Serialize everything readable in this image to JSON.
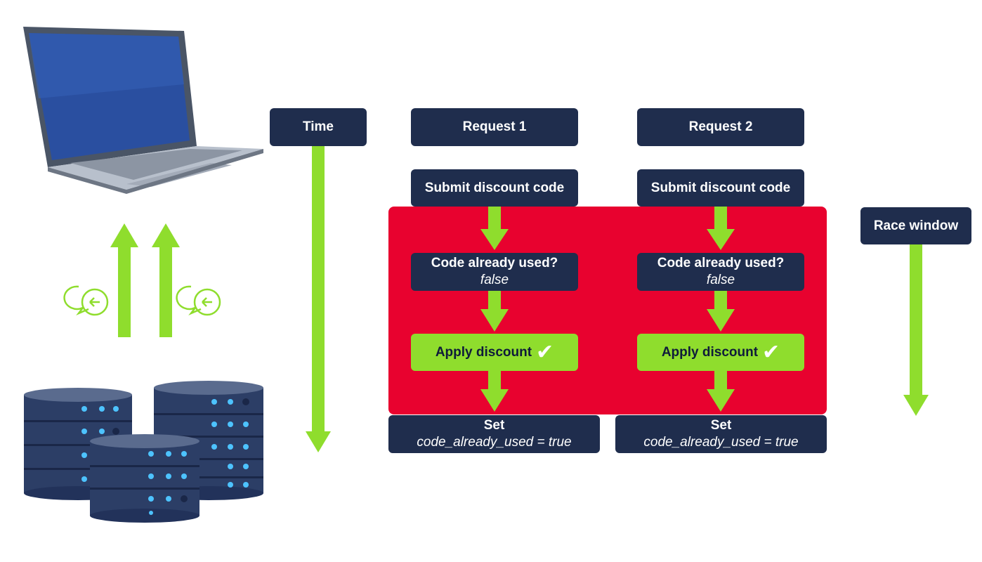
{
  "time_label": "Time",
  "race_window_label": "Race window",
  "requests": [
    {
      "header": "Request 1",
      "submit": "Submit discount code",
      "check": "Code already used?",
      "check_result": "false",
      "apply": "Apply discount",
      "set_title": "Set",
      "set_value": "code_already_used = true"
    },
    {
      "header": "Request 2",
      "submit": "Submit discount code",
      "check": "Code already used?",
      "check_result": "false",
      "apply": "Apply discount",
      "set_title": "Set",
      "set_value": "code_already_used = true"
    }
  ],
  "colors": {
    "navy": "#1f2d4d",
    "green": "#8fdd2d",
    "red": "#e8022f",
    "laptop_screen": "#2a4fa0",
    "server": "#2c3e66",
    "server_light": "#4dc3ff"
  },
  "icons": [
    "laptop-icon",
    "server-stack-icon",
    "chat-bubble-icon",
    "up-arrow-icon",
    "down-arrow-icon",
    "check-icon"
  ]
}
